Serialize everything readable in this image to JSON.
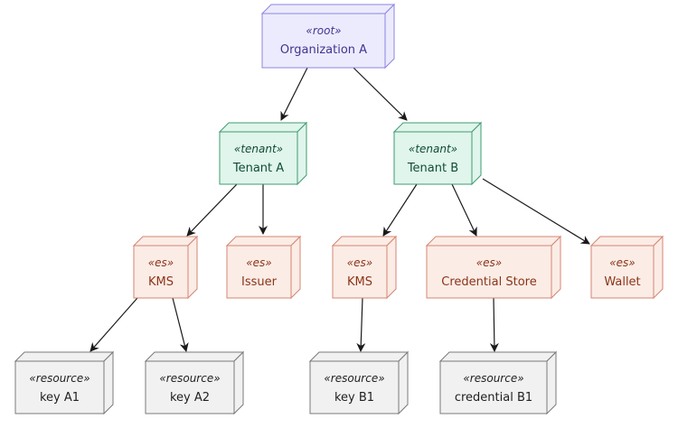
{
  "nodes": {
    "org": {
      "stereotype": "«root»",
      "label": "Organization A"
    },
    "tenantA": {
      "stereotype": "«tenant»",
      "label": "Tenant A"
    },
    "tenantB": {
      "stereotype": "«tenant»",
      "label": "Tenant B"
    },
    "kmsA": {
      "stereotype": "«es»",
      "label": "KMS"
    },
    "issuer": {
      "stereotype": "«es»",
      "label": "Issuer"
    },
    "kmsB": {
      "stereotype": "«es»",
      "label": "KMS"
    },
    "credStore": {
      "stereotype": "«es»",
      "label": "Credential Store"
    },
    "wallet": {
      "stereotype": "«es»",
      "label": "Wallet"
    },
    "keyA1": {
      "stereotype": "«resource»",
      "label": "key A1"
    },
    "keyA2": {
      "stereotype": "«resource»",
      "label": "key A2"
    },
    "keyB1": {
      "stereotype": "«resource»",
      "label": "key B1"
    },
    "credB1": {
      "stereotype": "«resource»",
      "label": "credential B1"
    }
  },
  "colors": {
    "root": {
      "fill": "#ecebfd",
      "stroke": "#8d84e0",
      "text": "#3f3591"
    },
    "tenant": {
      "fill": "#e0f5ec",
      "stroke": "#3f9b72",
      "text": "#0f4d33"
    },
    "es": {
      "fill": "#fbece6",
      "stroke": "#d48672",
      "text": "#8a3518"
    },
    "resource": {
      "fill": "#f1f1f1",
      "stroke": "#7a7a7a",
      "text": "#1f1f1f"
    },
    "edge": "#1a1a1a"
  }
}
